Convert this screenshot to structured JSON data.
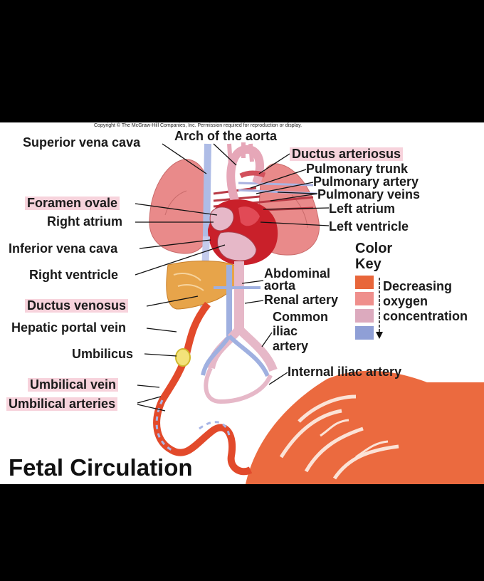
{
  "copyright": "Copyright © The McGraw-Hill Companies, Inc. Permission required for reproduction or display.",
  "title": "Fetal Circulation",
  "labels": {
    "superior_vena_cava": "Superior vena cava",
    "arch_of_aorta": "Arch of the aorta",
    "ductus_arteriosus": "Ductus arteriosus",
    "pulmonary_trunk": "Pulmonary trunk",
    "pulmonary_artery": "Pulmonary artery",
    "pulmonary_veins": "Pulmonary veins",
    "left_atrium": "Left atrium",
    "left_ventricle": "Left ventricle",
    "foramen_ovale": "Foramen ovale",
    "right_atrium": "Right atrium",
    "inferior_vena_cava": "Inferior vena cava",
    "right_ventricle": "Right ventricle",
    "ductus_venosus": "Ductus venosus",
    "hepatic_portal_vein": "Hepatic portal vein",
    "umbilicus": "Umbilicus",
    "umbilical_vein": "Umbilical vein",
    "umbilical_arteries": "Umbilical arteries",
    "abdominal_aorta_1": "Abdominal",
    "abdominal_aorta_2": "aorta",
    "renal_artery": "Renal artery",
    "common_iliac_1": "Common",
    "common_iliac_2": "iliac",
    "common_iliac_3": "artery",
    "internal_iliac_artery": "Internal iliac artery"
  },
  "color_key": {
    "title_line1": "Color",
    "title_line2": "Key",
    "text_line1": "Decreasing",
    "text_line2": "oxygen",
    "text_line3": "concentration",
    "swatches": [
      "#e8663a",
      "#ef8f8c",
      "#dcaabe",
      "#8f9fd6"
    ]
  },
  "colors": {
    "highlight": "#f7d3dc",
    "lung": "#e98a8a",
    "heart": "#c9202a",
    "liver": "#e7a44a",
    "oxygenated": "#e4492b",
    "deoxygenated": "#9fb0e0",
    "mixed": "#e6b8c8"
  }
}
